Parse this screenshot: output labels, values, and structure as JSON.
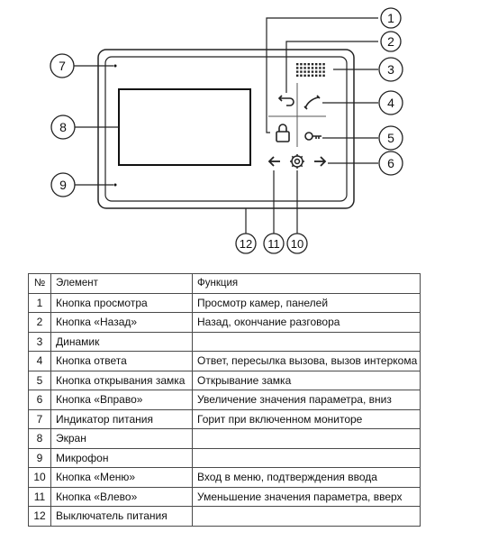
{
  "callouts": [
    "1",
    "2",
    "3",
    "4",
    "5",
    "6",
    "7",
    "8",
    "9",
    "10",
    "11",
    "12"
  ],
  "icons": {
    "back": "back-arrow-icon",
    "answer": "handset-icon",
    "view": "lock-icon",
    "unlock": "key-icon",
    "left": "left-arrow-icon",
    "menu": "gear-icon",
    "right": "right-arrow-icon",
    "speaker": "speaker-grille",
    "mic": "microphone-hole",
    "power": "power-indicator-dot"
  },
  "table": {
    "headers": [
      "№",
      "Элемент",
      "Функция"
    ],
    "rows": [
      {
        "num": "1",
        "element": "Кнопка просмотра",
        "function": "Просмотр камер, панелей"
      },
      {
        "num": "2",
        "element": "Кнопка «Назад»",
        "function": "Назад, окончание разговора"
      },
      {
        "num": "3",
        "element": "Динамик",
        "function": ""
      },
      {
        "num": "4",
        "element": "Кнопка ответа",
        "function": "Ответ, пересылка вызова, вызов интеркома"
      },
      {
        "num": "5",
        "element": "Кнопка открывания замка",
        "function": "Открывание замка"
      },
      {
        "num": "6",
        "element": "Кнопка «Вправо»",
        "function": "Увеличение значения параметра, вниз"
      },
      {
        "num": "7",
        "element": "Индикатор питания",
        "function": "Горит при включенном мониторе"
      },
      {
        "num": "8",
        "element": "Экран",
        "function": ""
      },
      {
        "num": "9",
        "element": "Микрофон",
        "function": ""
      },
      {
        "num": "10",
        "element": "Кнопка «Меню»",
        "function": "Вход в меню, подтверждения ввода"
      },
      {
        "num": "11",
        "element": "Кнопка «Влево»",
        "function": "Уменьшение значения параметра, вверх"
      },
      {
        "num": "12",
        "element": "Выключатель питания",
        "function": ""
      }
    ]
  }
}
